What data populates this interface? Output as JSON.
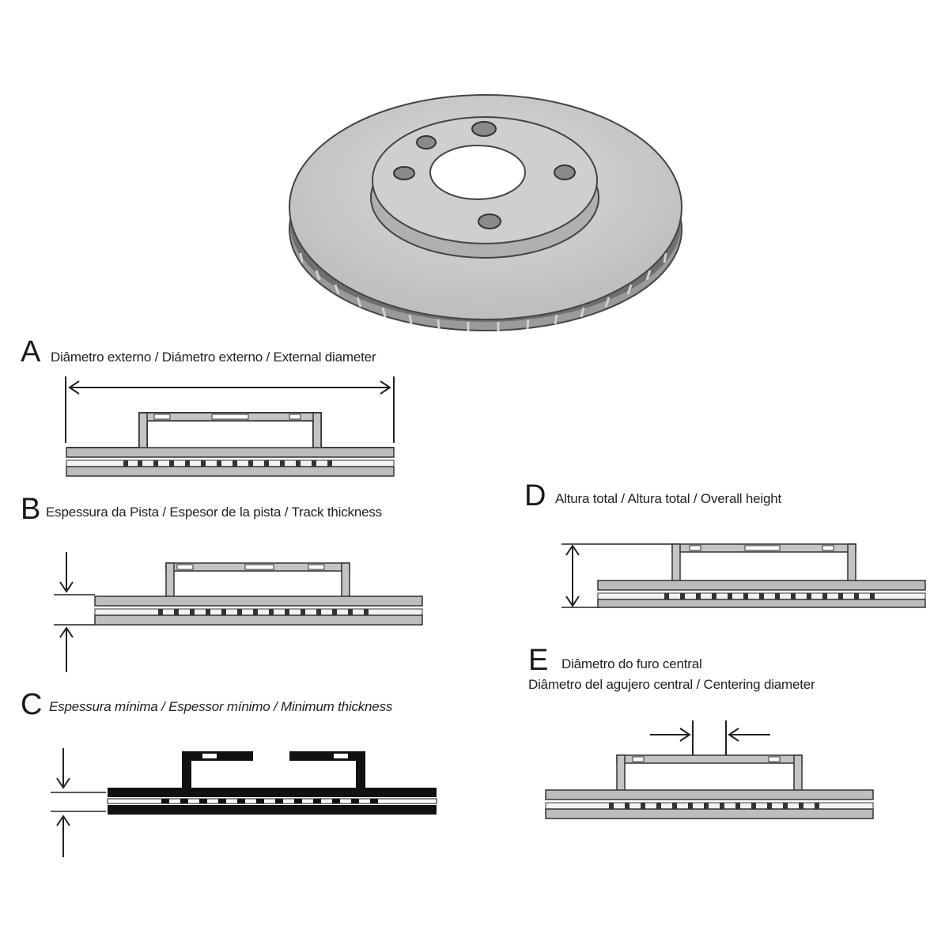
{
  "sections": {
    "a": {
      "letter": "A",
      "caption": "Diâmetro externo / Diámetro externo / External diameter"
    },
    "b": {
      "letter": "B",
      "caption": "Espessura da Pista / Espesor de la pista / Track thickness"
    },
    "c": {
      "letter": "C",
      "caption": "Espessura mínima / Espessor mínimo / Minimum thickness"
    },
    "d": {
      "letter": "D",
      "caption": "Altura total / Altura total / Overall height"
    },
    "e": {
      "letter": "E",
      "caption_line1": "Diâmetro do furo central",
      "caption_line2": "Diâmetro del agujero central / Centering diameter"
    }
  },
  "colors": {
    "disc_fill": "#c9c9c9",
    "disc_dark": "#8a8a8a",
    "outline": "#333333",
    "profile_fill": "#bdbdbd",
    "min_fill": "#111111"
  }
}
